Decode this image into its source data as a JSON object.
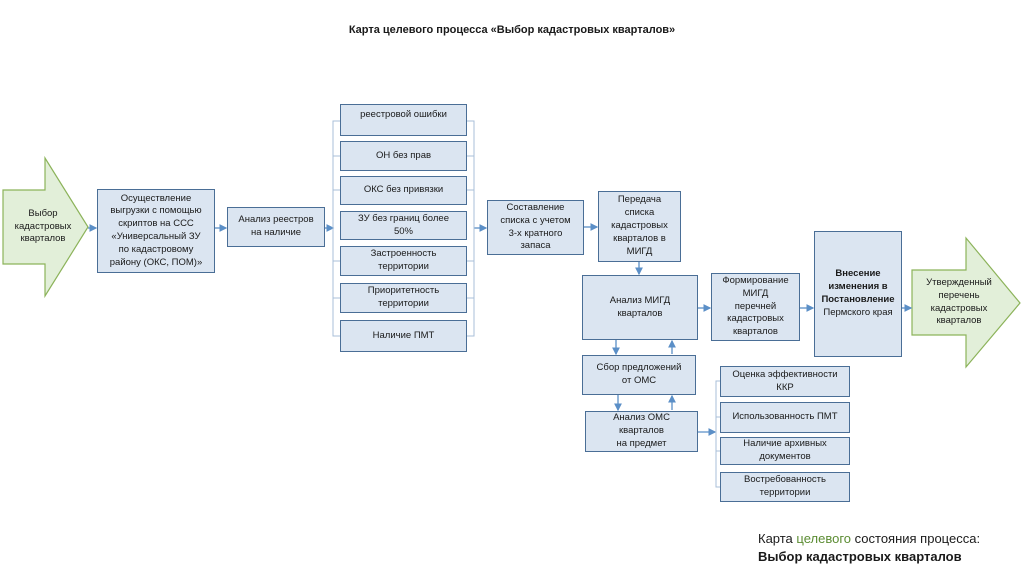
{
  "title": "Карта целевого процесса «Выбор кадастровых кварталов»",
  "colors": {
    "box_fill": "#dbe5f1",
    "box_border": "#4a6e96",
    "arrow_fill": "#e2efd9",
    "arrow_border": "#8cb35a",
    "connector": "#5b8fc7",
    "accent_green": "#5b8c32"
  },
  "start_arrow": {
    "label": "Выбор\nкадастровых\nкварталов"
  },
  "end_arrow": {
    "label": "Утвержденный\nперечень\nкадастровых\nкварталов"
  },
  "steps": {
    "export": "Осуществление\nвыгрузки с помощью\nскриптов на ССС\n«Универсальный ЗУ\nпо кадастровому\nрайону (ОКС, ПОМ)»",
    "registry_analysis": "Анализ реестров\nна наличие",
    "compile_list": "Составление\nсписка с учетом\n3-х кратного\nзапаса",
    "transfer": "Передача\nсписка\nкадастровых\nкварталов в\nМИГД",
    "migd_analysis": "Анализ МИГД\nкварталов",
    "collect_proposals": "Сбор предложений\nот ОМС",
    "oms_analysis": "Анализ ОМС кварталов\nна предмет",
    "form_lists": "Формирование\nМИГД\nперечней\nкадастровых\nкварталов",
    "amend": {
      "bold_lines": [
        "Внесение",
        "изменения в",
        "Постановление"
      ],
      "normal_line": "Пермского края"
    }
  },
  "registry_criteria": [
    "реестровой ошибки",
    "ОН без прав",
    "ОКС без привязки",
    "ЗУ без границ более\n50%",
    "Застроенность\nтерритории",
    "Приоритетность\nтерритории",
    "Наличие ПМТ"
  ],
  "oms_criteria": [
    "Оценка эффективности\nККР",
    "Использованность ПМТ",
    "Наличие архивных\nдокументов",
    "Востребованность\nтерритории"
  ],
  "caption": {
    "prefix": "Карта",
    "accent": "целевого",
    "suffix": " состояния процесса:",
    "bold": "Выбор кадастровых кварталов"
  }
}
